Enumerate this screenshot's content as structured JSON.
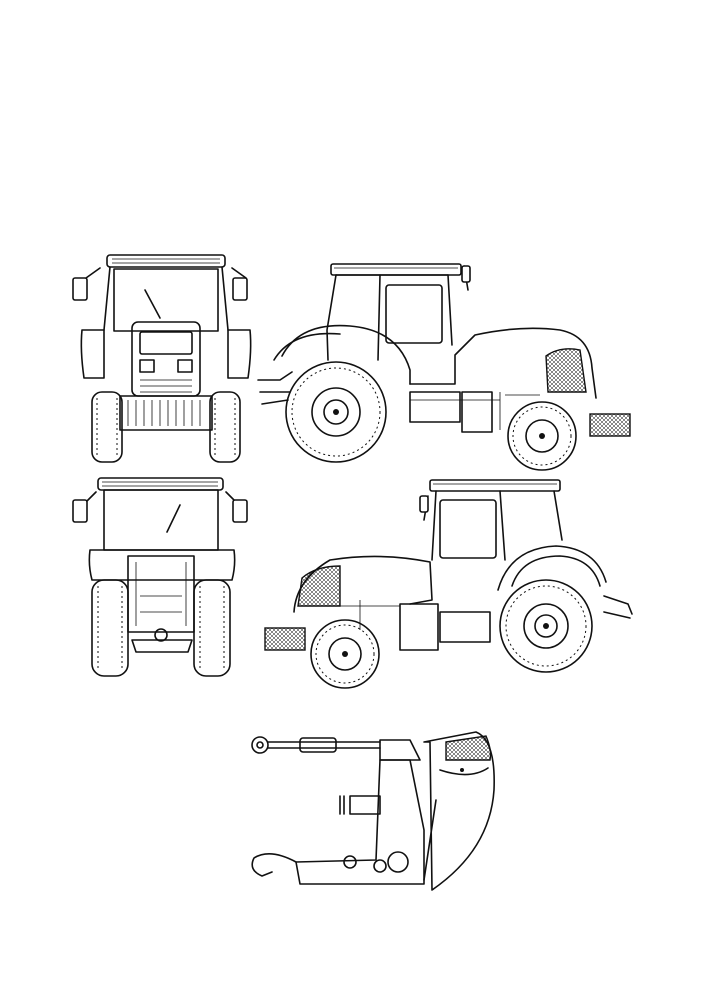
{
  "diagram": {
    "views": [
      {
        "id": "front-view"
      },
      {
        "id": "left-side-view"
      },
      {
        "id": "rear-view"
      },
      {
        "id": "right-side-view"
      },
      {
        "id": "hitch-detail"
      }
    ]
  }
}
